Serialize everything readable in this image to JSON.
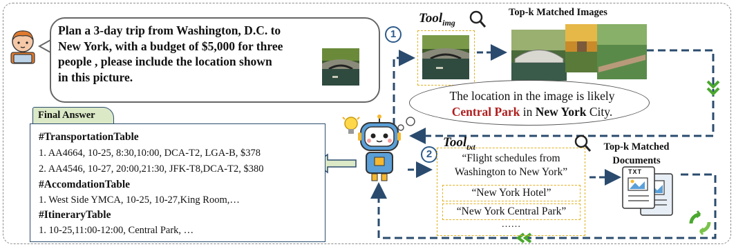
{
  "user_query": {
    "line1": "Plan a 3-day trip from Washington, D.C. to",
    "line2": "New York, with a budget of $5,000 for three",
    "line3": "people , please include the location shown",
    "line4": "in this picture."
  },
  "final_answer": {
    "tab_label": "Final Answer",
    "transport_heading": "#TransportationTable",
    "transport_row1": "1. AA4664, 10-25, 8:30,10:00, DCA-T2, LGA-B, $378",
    "transport_row2": "2. AA4546, 10-27, 20:00,21:30, JFK-T8,DCA-T2, $380",
    "accommodation_heading": "#AccomdationTable",
    "accommodation_row1": "1. West Side YMCA, 10-25, 10-27,King Room,…",
    "itinerary_heading": "#ItineraryTable",
    "itinerary_row1": "1. 10-25,11:00-12:00, Central Park, …"
  },
  "step1": {
    "number": "1",
    "tool_name": "Tool",
    "tool_sub": "img",
    "results_title": "Top-k Matched Images"
  },
  "step2": {
    "number": "2",
    "tool_name": "Tool",
    "tool_sub": "txt",
    "results_title_line1": "Top-k Matched",
    "results_title_line2": "Documents",
    "doc_icon_text": "TXT"
  },
  "thought": {
    "prefix": "The location in the image is likely",
    "location": "Central Park",
    "middle": " in ",
    "city": "New York",
    "suffix": " City."
  },
  "text_queries": {
    "q1_line1": "“Flight schedules from",
    "q1_line2": "Washington to New York”",
    "q2": "“New York Hotel”",
    "q3": "“New York Central Park”",
    "more": "……"
  },
  "colors": {
    "arrow_blue": "#2a4b6e",
    "highlight_red": "#b01c1c",
    "tool_dash_yellow": "#e0b020",
    "tab_green": "#dbe9c6",
    "chevron_green": "#4aa82e"
  }
}
